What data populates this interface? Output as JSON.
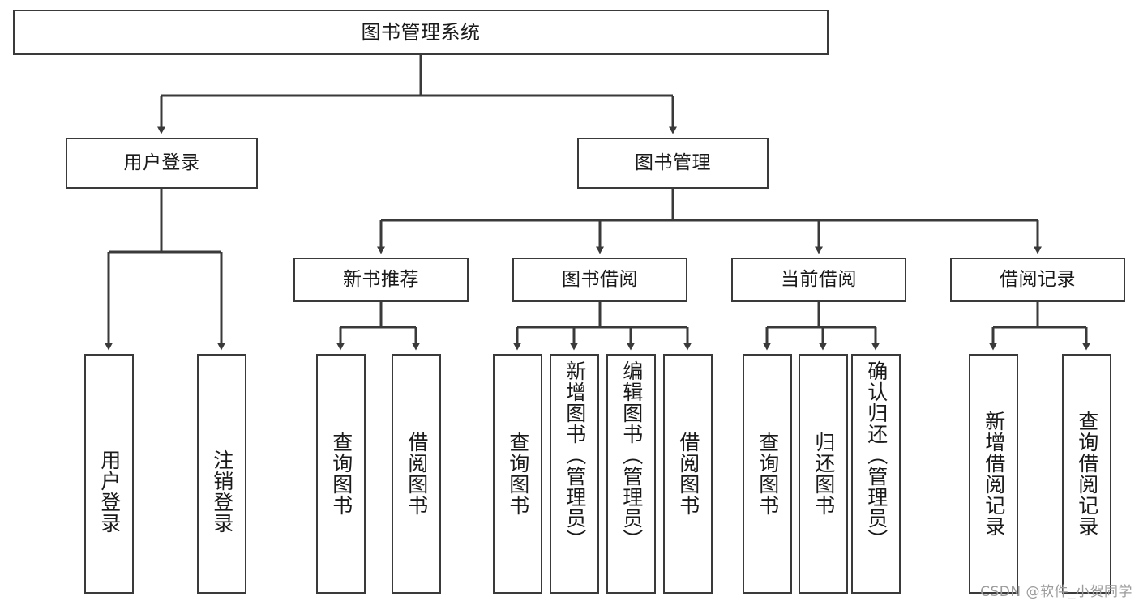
{
  "diagram": {
    "type": "tree-hierarchy",
    "title": "图书管理系统",
    "line_color": "#3a3a3a",
    "box_fill": "#ffffff",
    "text_color": "#1a1a1a",
    "nodes": {
      "root": {
        "label": "图书管理系统"
      },
      "level2": [
        {
          "id": "user-login",
          "label": "用户登录"
        },
        {
          "id": "book-management",
          "label": "图书管理"
        }
      ],
      "level3": [
        {
          "id": "new-book-recommend",
          "label": "新书推荐"
        },
        {
          "id": "book-borrow",
          "label": "图书借阅"
        },
        {
          "id": "current-borrow",
          "label": "当前借阅"
        },
        {
          "id": "borrow-record",
          "label": "借阅记录"
        }
      ],
      "leaves": {
        "user-login": [
          {
            "id": "leaf-user-login",
            "label": "用户登录"
          },
          {
            "id": "leaf-logout-login",
            "label": "注销登录"
          }
        ],
        "new-book-recommend": [
          {
            "id": "leaf-query-book-1",
            "label": "查询图书"
          },
          {
            "id": "leaf-borrow-book-1",
            "label": "借阅图书"
          }
        ],
        "book-borrow": [
          {
            "id": "leaf-query-book-2",
            "label": "查询图书"
          },
          {
            "id": "leaf-add-book",
            "label": "新增图书（管理员）"
          },
          {
            "id": "leaf-edit-book",
            "label": "编辑图书（管理员）"
          },
          {
            "id": "leaf-borrow-book-2",
            "label": "借阅图书"
          }
        ],
        "current-borrow": [
          {
            "id": "leaf-query-book-3",
            "label": "查询图书"
          },
          {
            "id": "leaf-return-book",
            "label": "归还图书"
          },
          {
            "id": "leaf-confirm-return",
            "label": "确认归还（管理员）"
          }
        ],
        "borrow-record": [
          {
            "id": "leaf-add-record",
            "label": "新增借阅记录"
          },
          {
            "id": "leaf-query-record",
            "label": "查询借阅记录"
          }
        ]
      }
    }
  },
  "watermark": {
    "text": "CSDN @软件_小贺同学"
  }
}
